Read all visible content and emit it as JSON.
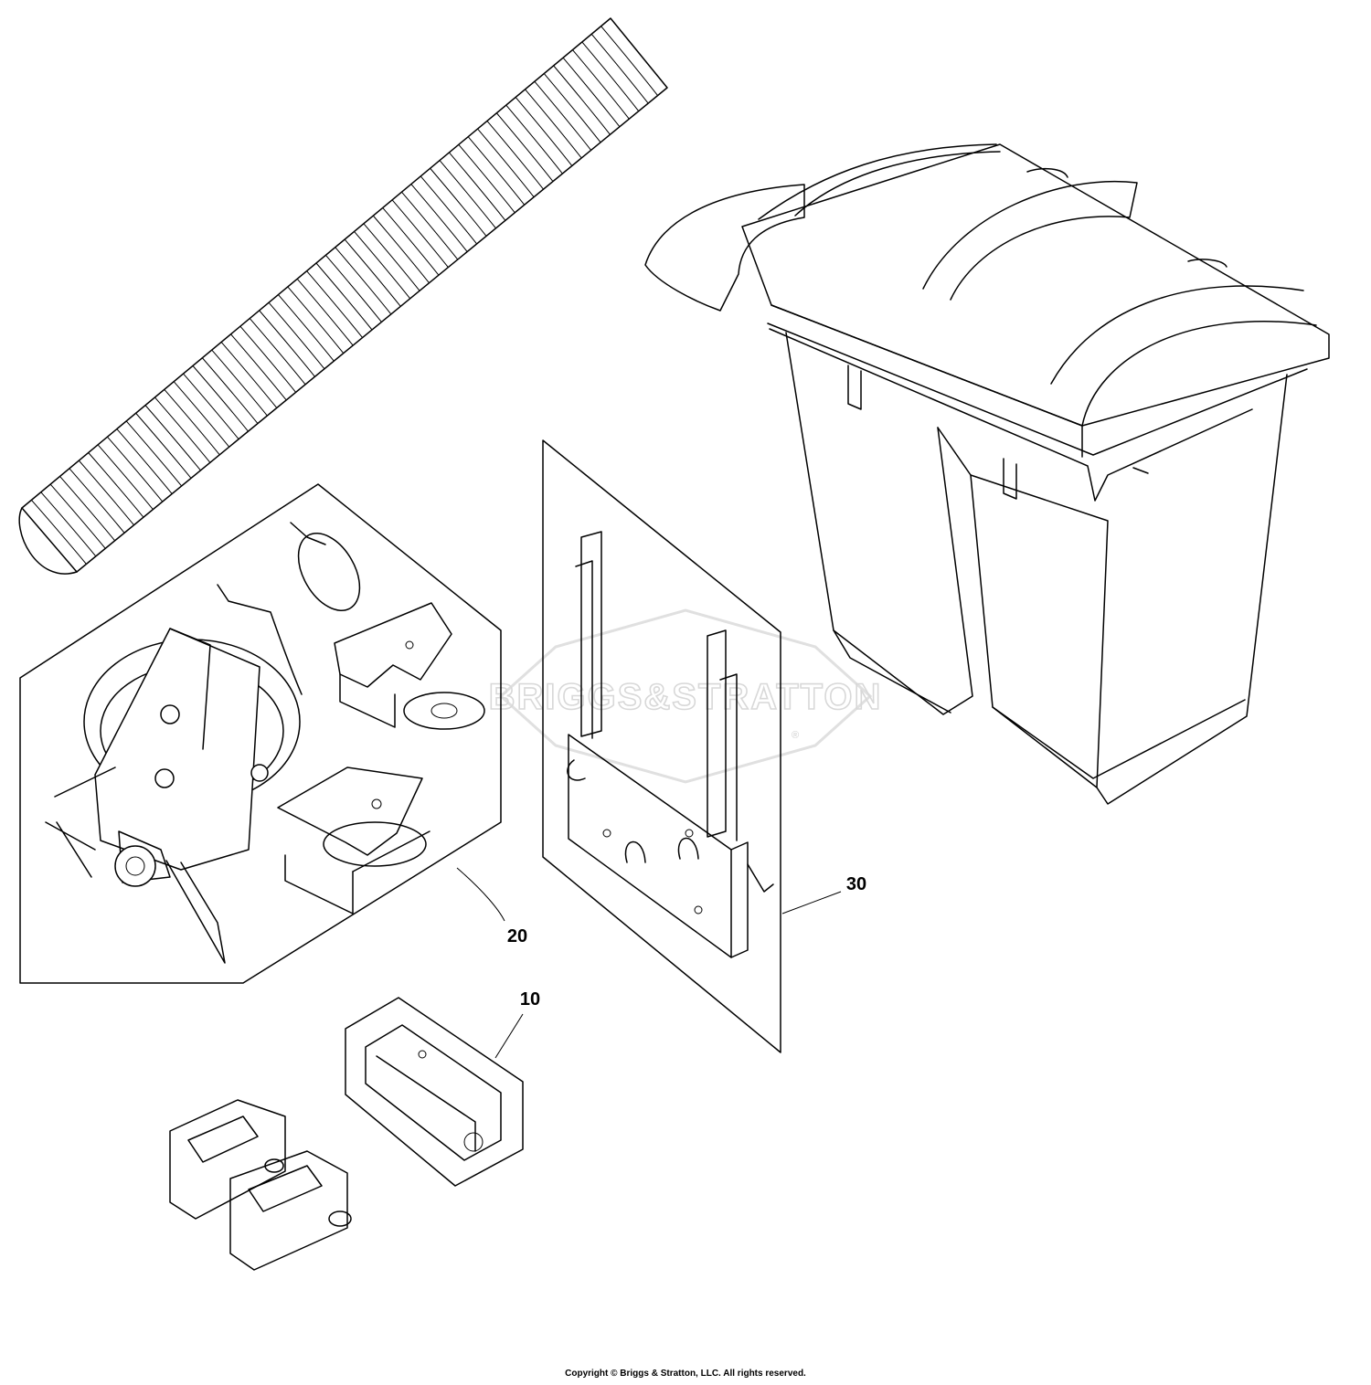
{
  "watermark": {
    "brand": "BRIGGS&STRATTON",
    "registered_mark": "®",
    "outline_color": "#d8d8d8"
  },
  "callouts": [
    {
      "id": "10",
      "label": "10"
    },
    {
      "id": "20",
      "label": "20"
    },
    {
      "id": "30",
      "label": "30"
    }
  ],
  "footer": {
    "copyright": "Copyright © Briggs & Stratton, LLC. All rights reserved."
  },
  "colors": {
    "line": "#000000",
    "background": "#ffffff"
  }
}
